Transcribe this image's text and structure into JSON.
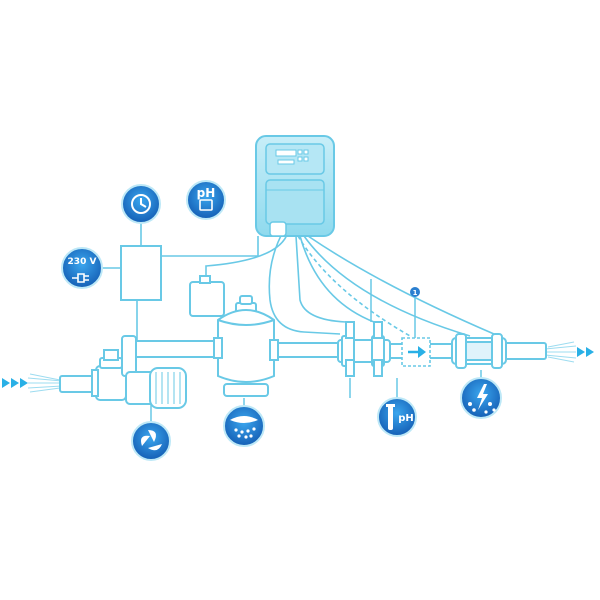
{
  "labels": {
    "voltage": "230 V",
    "ph_tank": "pH",
    "ph_probe": "pH",
    "marker_number": "1"
  },
  "colors": {
    "line": "#69c9e6",
    "line_dark": "#3aaed8",
    "fill_light": "#dff3fb",
    "badge_outer": "#1a6fc2",
    "badge_inner": "#2f95e3",
    "arrow": "#29b0e6"
  },
  "icons": [
    "clock-icon",
    "ph-tank-icon",
    "power-plug-icon",
    "alarm-bell-icon",
    "flow-switch-icon",
    "pump-impeller-icon",
    "filter-sediment-icon",
    "ground-icon",
    "ph-probe-icon",
    "electrolysis-cell-icon"
  ]
}
